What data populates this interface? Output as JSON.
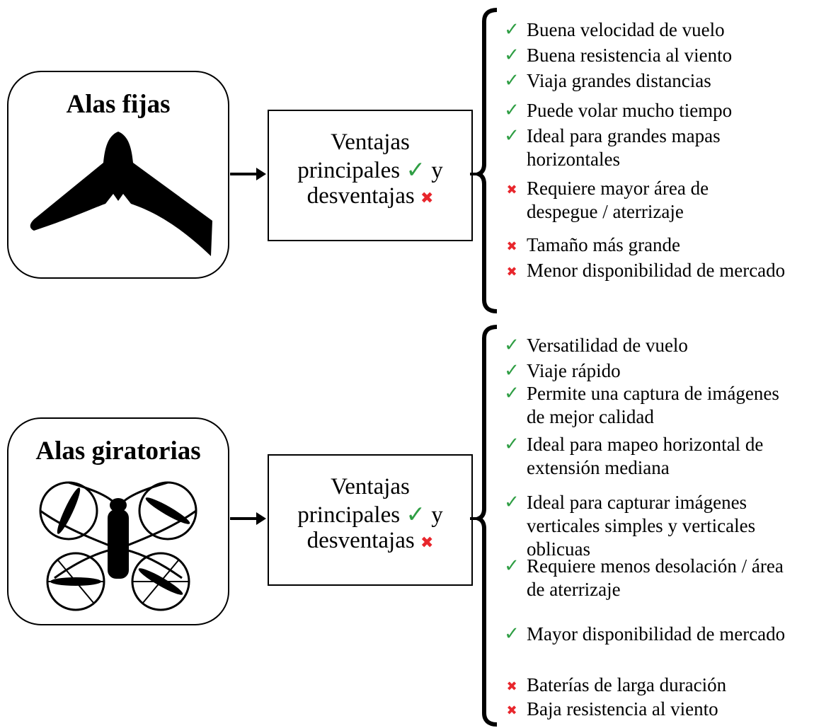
{
  "fixed": {
    "title": "Alas fijas",
    "box_lines": [
      "Ventajas",
      "principales",
      "y",
      "desventajas"
    ],
    "items": [
      {
        "mark": "check",
        "lines": [
          "Buena velocidad de vuelo"
        ]
      },
      {
        "mark": "check",
        "lines": [
          "Buena resistencia al viento"
        ]
      },
      {
        "mark": "check",
        "lines": [
          "Viaja grandes distancias"
        ]
      },
      {
        "mark": "check",
        "lines": [
          "Puede volar mucho tiempo"
        ]
      },
      {
        "mark": "check",
        "lines": [
          "Ideal para grandes mapas",
          "horizontales"
        ]
      },
      {
        "mark": "cross",
        "lines": [
          "Requiere mayor área de",
          "despegue / aterrizaje"
        ]
      },
      {
        "mark": "cross",
        "lines": [
          "Tamaño más grande"
        ]
      },
      {
        "mark": "cross",
        "lines": [
          "Menor disponibilidad de mercado"
        ]
      }
    ]
  },
  "rotary": {
    "title": "Alas giratorias",
    "box_lines": [
      "Ventajas",
      "principales",
      "y",
      "desventajas"
    ],
    "items": [
      {
        "mark": "check",
        "lines": [
          "Versatilidad de vuelo"
        ]
      },
      {
        "mark": "check",
        "lines": [
          "Viaje rápido"
        ]
      },
      {
        "mark": "check",
        "lines": [
          "Permite una captura de imágenes",
          "de mejor calidad"
        ]
      },
      {
        "mark": "check",
        "lines": [
          "Ideal para mapeo horizontal de",
          "extensión mediana"
        ]
      },
      {
        "mark": "check",
        "lines": [
          "Ideal para capturar imágenes",
          "verticales simples y verticales",
          "oblicuas"
        ]
      },
      {
        "mark": "check",
        "lines": [
          "Requiere menos desolación / área",
          "de aterrizaje"
        ]
      },
      {
        "mark": "check",
        "lines": [
          "Mayor disponibilidad de mercado"
        ]
      },
      {
        "mark": "cross",
        "lines": [
          "Baterías de larga duración"
        ]
      },
      {
        "mark": "cross",
        "lines": [
          "Baja resistencia al viento"
        ]
      }
    ]
  },
  "icons": {
    "check": "check-icon",
    "cross": "cross-icon",
    "fixed_wing": "fixed-wing-drone-icon",
    "quadcopter": "quadcopter-drone-icon"
  },
  "colors": {
    "check": "#2f9e44",
    "cross": "#e8262c"
  }
}
